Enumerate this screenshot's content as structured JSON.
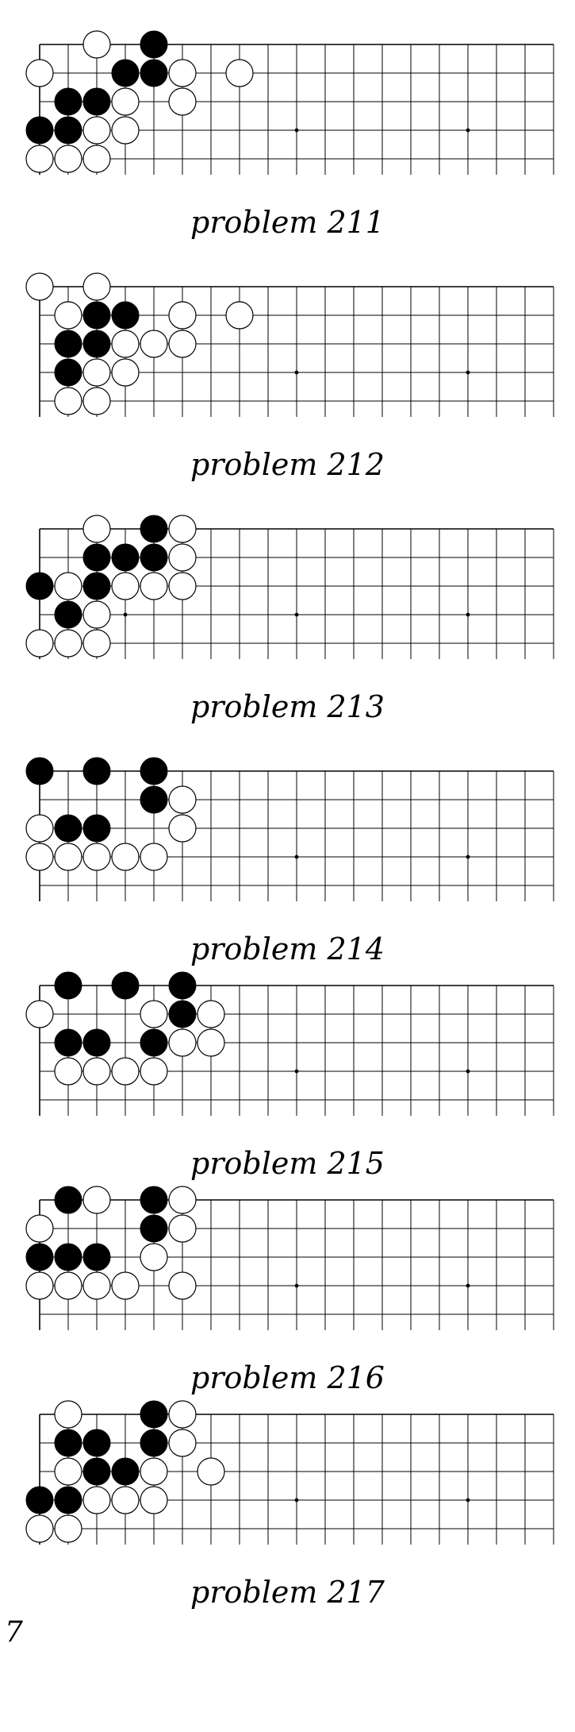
{
  "problems": [
    {
      "label": "problem 211",
      "black": [
        [
          4,
          0
        ],
        [
          3,
          1
        ],
        [
          4,
          1
        ],
        [
          1,
          2
        ],
        [
          2,
          2
        ],
        [
          0,
          3
        ],
        [
          1,
          3
        ]
      ],
      "white": [
        [
          2,
          0
        ],
        [
          0,
          1
        ],
        [
          5,
          1
        ],
        [
          7,
          1
        ],
        [
          3,
          2
        ],
        [
          5,
          2
        ],
        [
          2,
          3
        ],
        [
          3,
          3
        ],
        [
          0,
          4
        ],
        [
          1,
          4
        ],
        [
          2,
          4
        ]
      ]
    },
    {
      "label": "problem 212",
      "black": [
        [
          2,
          1
        ],
        [
          3,
          1
        ],
        [
          1,
          2
        ],
        [
          2,
          2
        ],
        [
          1,
          3
        ]
      ],
      "white": [
        [
          0,
          0
        ],
        [
          2,
          0
        ],
        [
          1,
          1
        ],
        [
          5,
          1
        ],
        [
          7,
          1
        ],
        [
          3,
          2
        ],
        [
          4,
          2
        ],
        [
          5,
          2
        ],
        [
          2,
          3
        ],
        [
          3,
          3
        ],
        [
          1,
          4
        ],
        [
          2,
          4
        ]
      ]
    },
    {
      "label": "problem 213",
      "black": [
        [
          4,
          0
        ],
        [
          2,
          1
        ],
        [
          3,
          1
        ],
        [
          4,
          1
        ],
        [
          0,
          2
        ],
        [
          2,
          2
        ],
        [
          1,
          3
        ]
      ],
      "white": [
        [
          2,
          0
        ],
        [
          5,
          0
        ],
        [
          5,
          1
        ],
        [
          1,
          2
        ],
        [
          3,
          2
        ],
        [
          4,
          2
        ],
        [
          5,
          2
        ],
        [
          2,
          3
        ],
        [
          0,
          4
        ],
        [
          1,
          4
        ],
        [
          2,
          4
        ]
      ]
    },
    {
      "label": "problem 214",
      "black": [
        [
          0,
          0
        ],
        [
          2,
          0
        ],
        [
          4,
          0
        ],
        [
          4,
          1
        ],
        [
          1,
          2
        ],
        [
          2,
          2
        ]
      ],
      "white": [
        [
          5,
          1
        ],
        [
          0,
          2
        ],
        [
          5,
          2
        ],
        [
          0,
          3
        ],
        [
          1,
          3
        ],
        [
          2,
          3
        ],
        [
          3,
          3
        ],
        [
          4,
          3
        ]
      ]
    },
    {
      "label": "problem 215",
      "black": [
        [
          1,
          0
        ],
        [
          3,
          0
        ],
        [
          5,
          0
        ],
        [
          5,
          1
        ],
        [
          1,
          2
        ],
        [
          2,
          2
        ],
        [
          4,
          2
        ]
      ],
      "white": [
        [
          0,
          1
        ],
        [
          4,
          1
        ],
        [
          6,
          1
        ],
        [
          5,
          2
        ],
        [
          6,
          2
        ],
        [
          1,
          3
        ],
        [
          2,
          3
        ],
        [
          3,
          3
        ],
        [
          4,
          3
        ]
      ]
    },
    {
      "label": "problem 216",
      "black": [
        [
          1,
          0
        ],
        [
          4,
          0
        ],
        [
          4,
          1
        ],
        [
          0,
          2
        ],
        [
          1,
          2
        ],
        [
          2,
          2
        ]
      ],
      "white": [
        [
          2,
          0
        ],
        [
          5,
          0
        ],
        [
          0,
          1
        ],
        [
          5,
          1
        ],
        [
          4,
          2
        ],
        [
          0,
          3
        ],
        [
          1,
          3
        ],
        [
          2,
          3
        ],
        [
          3,
          3
        ],
        [
          5,
          3
        ]
      ]
    },
    {
      "label": "problem 217",
      "black": [
        [
          4,
          0
        ],
        [
          1,
          1
        ],
        [
          2,
          1
        ],
        [
          4,
          1
        ],
        [
          2,
          2
        ],
        [
          3,
          2
        ],
        [
          0,
          3
        ],
        [
          1,
          3
        ]
      ],
      "white": [
        [
          1,
          0
        ],
        [
          5,
          0
        ],
        [
          5,
          1
        ],
        [
          1,
          2
        ],
        [
          4,
          2
        ],
        [
          6,
          2
        ],
        [
          2,
          3
        ],
        [
          3,
          3
        ],
        [
          4,
          3
        ],
        [
          0,
          4
        ],
        [
          1,
          4
        ]
      ]
    }
  ],
  "page_number": "7"
}
